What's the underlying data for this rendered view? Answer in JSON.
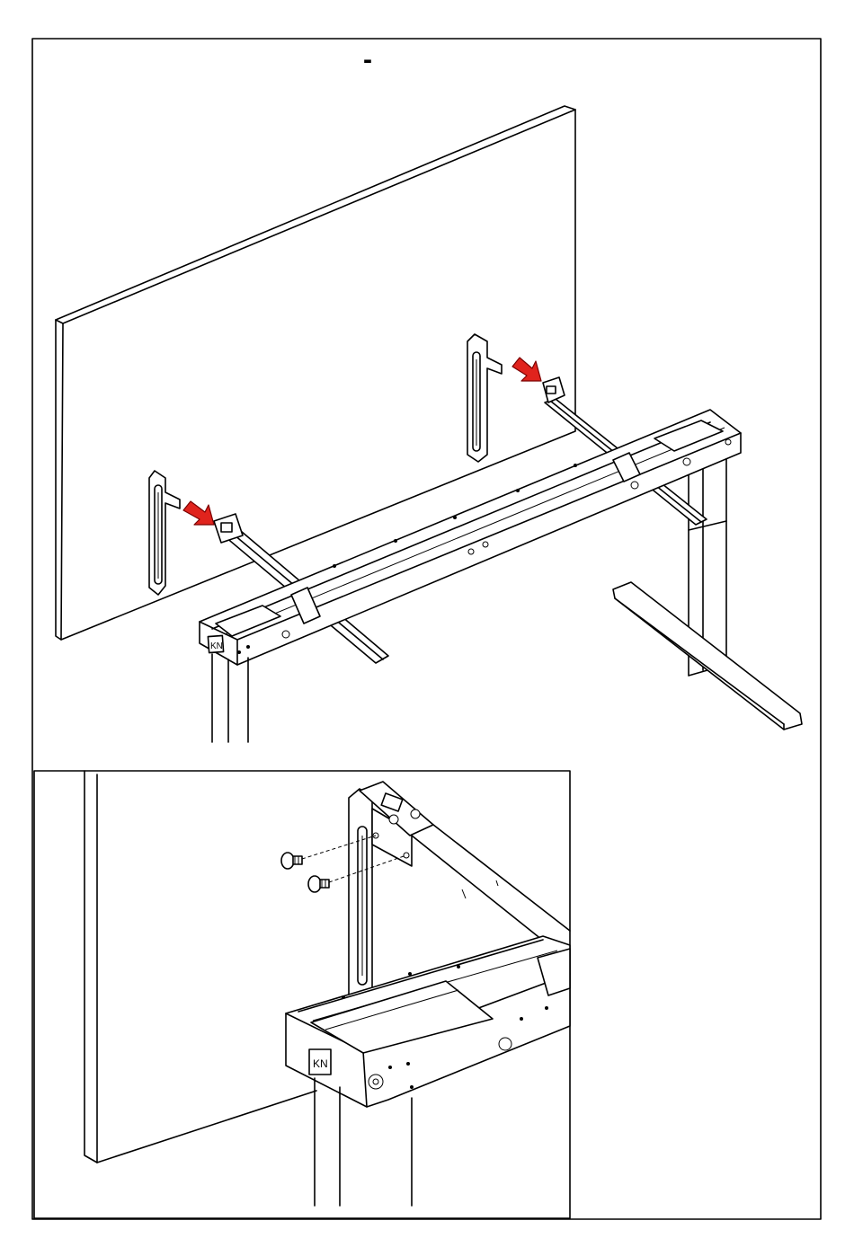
{
  "step_marker": "-",
  "colors": {
    "line": "#000000",
    "arrow_fill": "#e0231d",
    "arrow_stroke": "#7a0000",
    "background": "#ffffff"
  },
  "panels": [
    {
      "id": "main",
      "description_icon": "desk-frame-assembly-illustration"
    },
    {
      "id": "detail",
      "description_icon": "bracket-screw-detail-illustration"
    }
  ],
  "frame_labels": {
    "crossbar_emblem": "KN"
  }
}
